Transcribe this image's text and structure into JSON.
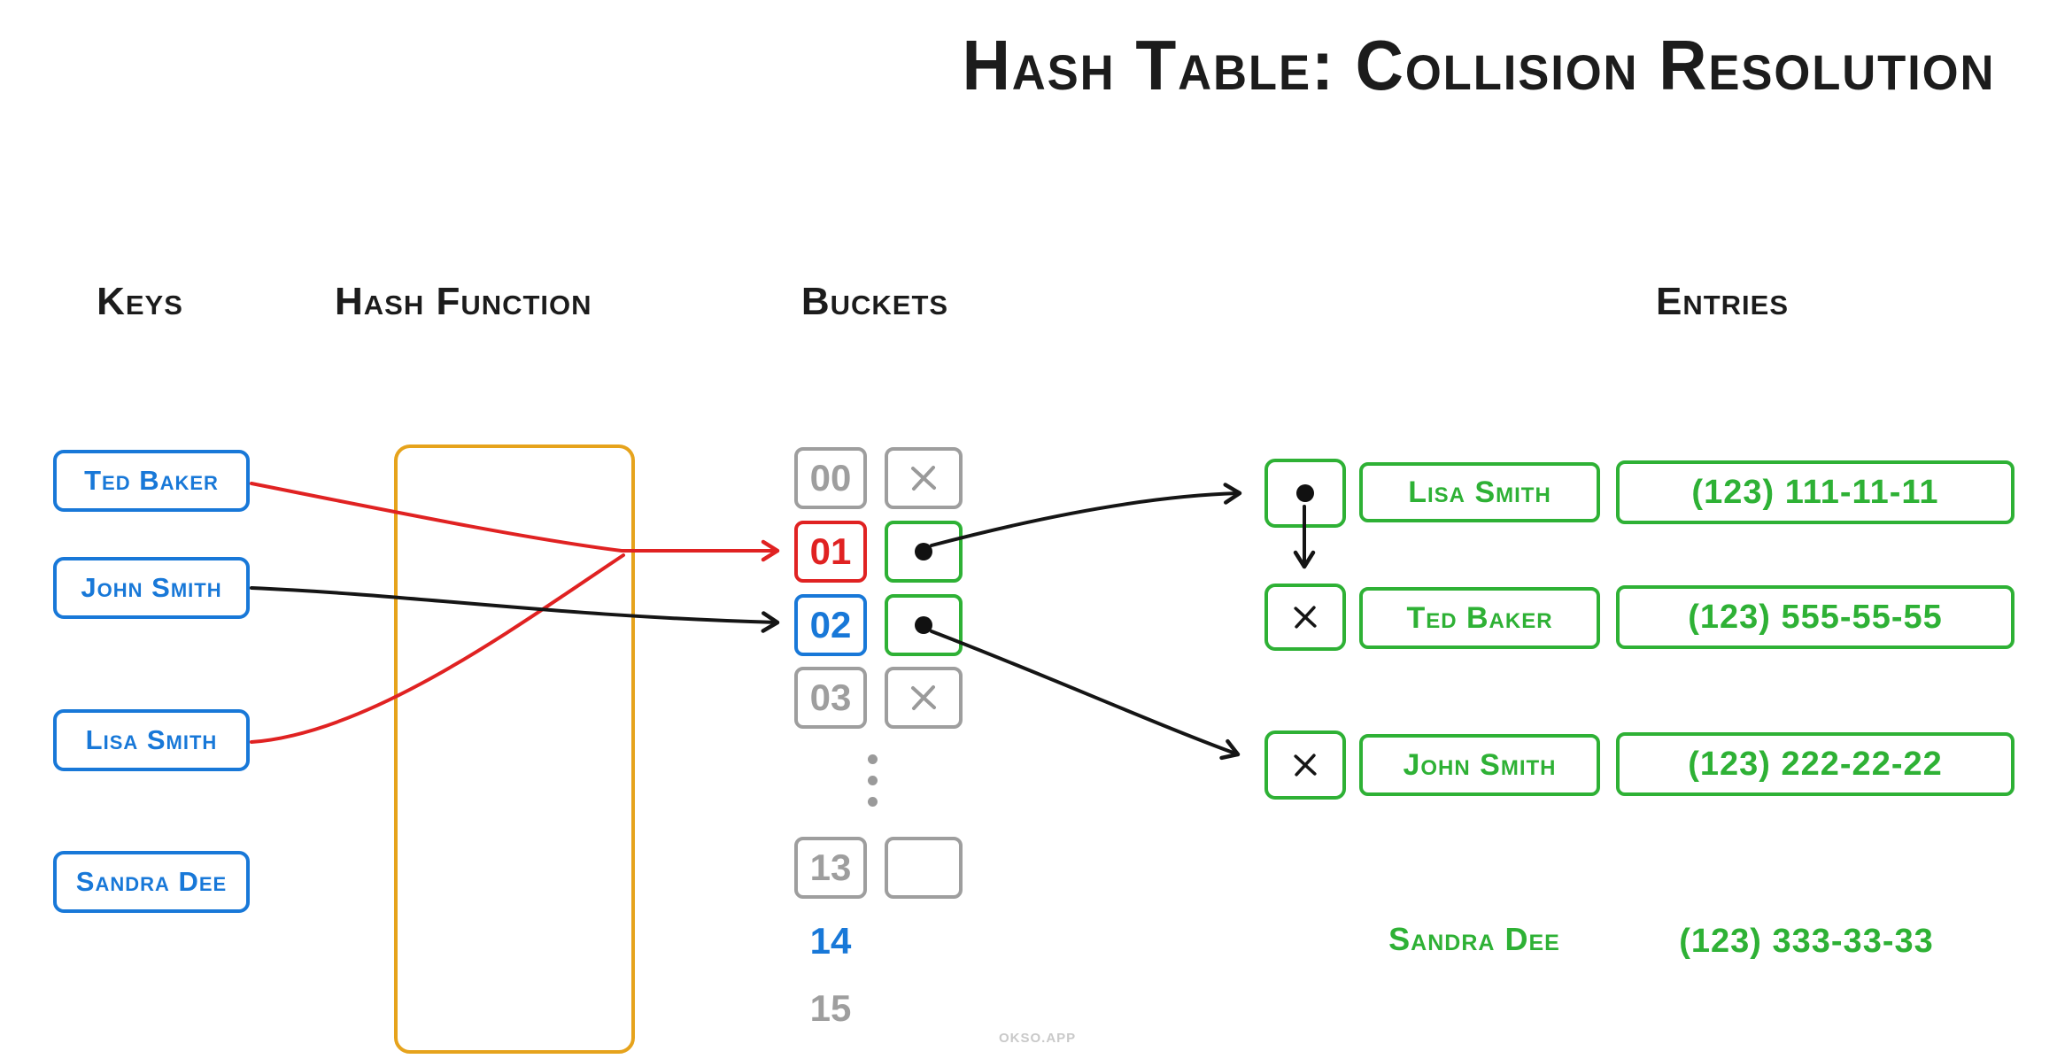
{
  "title": "Hash Table: Collision Resolution",
  "headers": {
    "keys": "Keys",
    "hash_function": "Hash Function",
    "buckets": "Buckets",
    "entries": "Entries"
  },
  "keys": [
    {
      "label": "Ted Baker"
    },
    {
      "label": "John Smith"
    },
    {
      "label": "Lisa Smith"
    },
    {
      "label": "Sandra Dee"
    }
  ],
  "buckets": {
    "rows": [
      {
        "index": "00",
        "slot": "null",
        "highlight": "gray"
      },
      {
        "index": "01",
        "slot": "pointer",
        "highlight": "red"
      },
      {
        "index": "02",
        "slot": "pointer",
        "highlight": "blue"
      },
      {
        "index": "03",
        "slot": "null",
        "highlight": "gray"
      },
      {
        "index": "13",
        "slot": "blank",
        "highlight": "gray"
      }
    ],
    "overflow_labels": [
      "14",
      "15"
    ]
  },
  "entries": [
    {
      "name": "Lisa Smith",
      "phone": "(123) 111-11-11",
      "pointer": "next"
    },
    {
      "name": "Ted Baker",
      "phone": "(123) 555-55-55",
      "pointer": "null"
    },
    {
      "name": "John Smith",
      "phone": "(123) 222-22-22",
      "pointer": "null"
    },
    {
      "name": "Sandra Dee",
      "phone": "(123) 333-33-33",
      "pointer": "none"
    }
  ],
  "watermark": "OKSO.APP",
  "colors": {
    "blue": "#1878d8",
    "red": "#e02222",
    "green": "#2eb135",
    "orange": "#e6a31c",
    "gray": "#9e9e9e",
    "ink": "#1c1c1c"
  }
}
